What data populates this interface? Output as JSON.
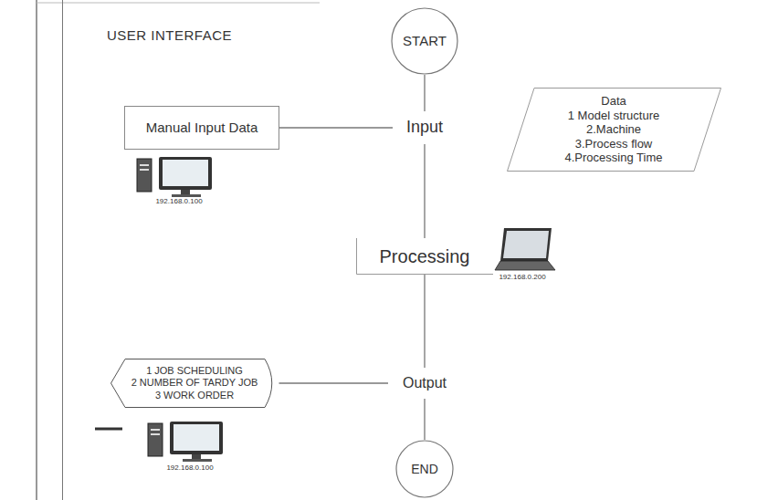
{
  "diagram": {
    "nodes": [
      {
        "text": [
          "USER INTERFACE"
        ]
      },
      {
        "text": [
          "START"
        ]
      },
      {
        "text": [
          "Manual Input Data"
        ],
        "in": 0
      },
      {
        "text": [
          "Input"
        ]
      },
      {
        "text": [
          "Data",
          "1 Model structure",
          "2.Machine",
          "3.Process flow",
          "4.Processing Time"
        ]
      },
      {
        "text": [
          "Processing"
        ]
      },
      {
        "text": [
          "1 JOB SCHEDULING",
          "2 NUMBER OF TARDY JOB",
          "3 WORK ORDER"
        ],
        "in": 0
      },
      {
        "text": [
          "Output"
        ]
      },
      {
        "text": [
          "END"
        ]
      }
    ],
    "edges": [
      {
        "from": 1,
        "to": 3,
        "arrow": "none"
      },
      {
        "from": 2,
        "to": 3,
        "arrow": "none"
      },
      {
        "from": 3,
        "to": 5,
        "arrow": "none"
      },
      {
        "from": 5,
        "to": 7,
        "arrow": "none"
      },
      {
        "from": 7,
        "to": 6,
        "arrow": "none"
      },
      {
        "from": 7,
        "to": 8,
        "arrow": "none"
      }
    ],
    "labels": [
      "192.168.0.100",
      "192.168.0.200",
      "192.168.0.100"
    ]
  }
}
